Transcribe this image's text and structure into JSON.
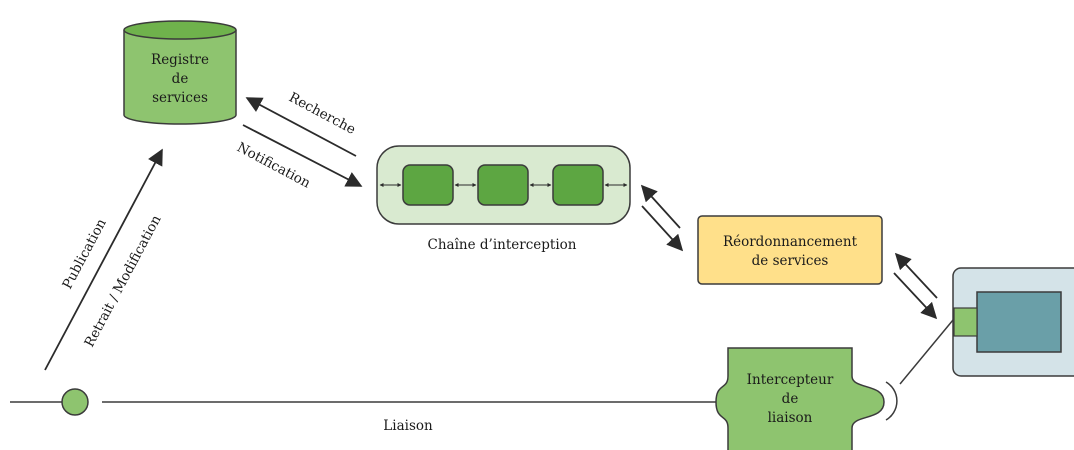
{
  "registry": {
    "line1": "Registre",
    "line2": "de",
    "line3": "services"
  },
  "arrows": {
    "recherche": "Recherche",
    "notification": "Notification",
    "publication": "Publication",
    "retrait_modification": "Retrait  /  Modification"
  },
  "chain": {
    "label": "Chaîne d’interception"
  },
  "reorder": {
    "line1": "Réordonnancement",
    "line2": "de services"
  },
  "interceptor": {
    "line1": "Intercepteur",
    "line2": "de",
    "line3": "liaison"
  },
  "binding": {
    "label": "Liaison"
  },
  "colors": {
    "green_dark": "#5da642",
    "green_light": "#8ec46f",
    "chain_bg": "#d9ead0",
    "yellow": "#ffe08a",
    "teal": "#6a9fa8",
    "component_bg": "#d4e3e8",
    "stroke": "#3b3b3b"
  }
}
